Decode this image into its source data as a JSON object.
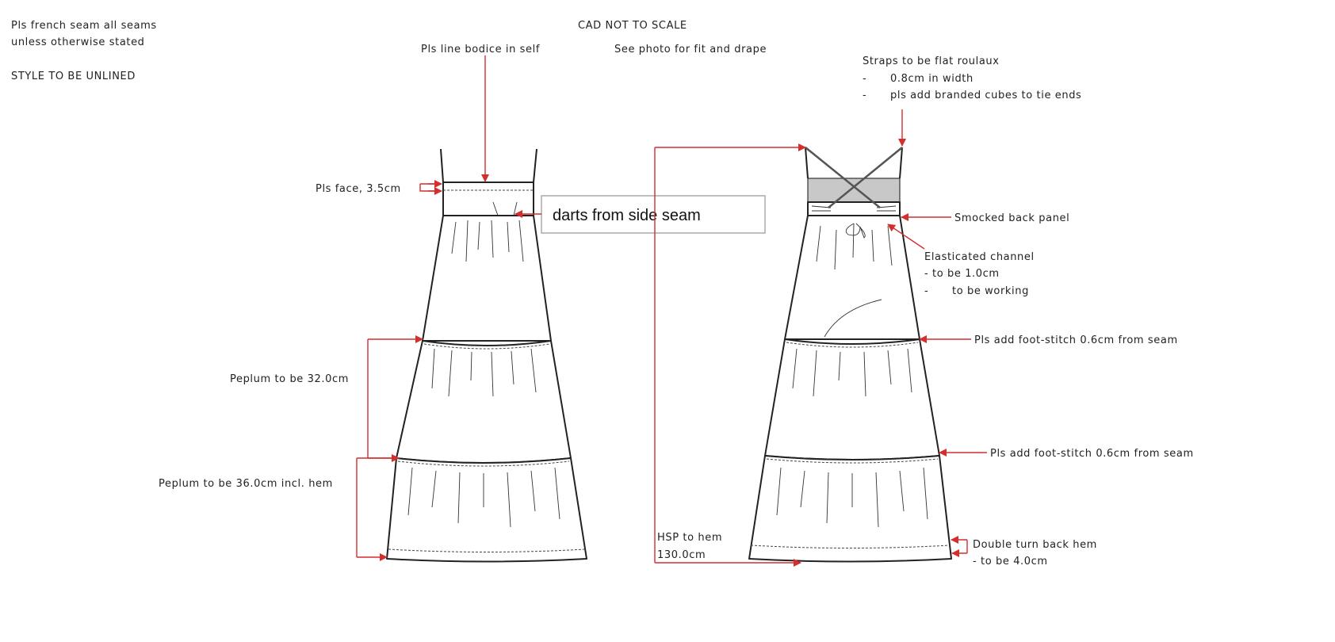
{
  "notes": {
    "general_1": "Pls french seam all seams",
    "general_2": "unless otherwise stated",
    "unlined": "STYLE TO BE UNLINED",
    "cad": "CAD NOT TO SCALE",
    "line_bodice": "Pls line bodice in self",
    "photo": "See photo for fit and drape",
    "face": "Pls face, 3.5cm",
    "darts": "darts from side seam",
    "peplum_1": "Peplum to be 32.0cm",
    "peplum_2": "Peplum to be 36.0cm incl. hem",
    "hsp_1": "HSP to hem",
    "hsp_2": "130.0cm",
    "straps_title": "Straps to be flat roulaux",
    "straps_dash": "-",
    "straps_1": "0.8cm in width",
    "straps_2": "pls add branded cubes to tie ends",
    "smocked": "Smocked back panel",
    "elastic_title": "Elasticated channel",
    "elastic_1": "- to be 1.0cm",
    "elastic_dash": "-",
    "elastic_2": "to be working",
    "foot_1": "Pls add foot-stitch 0.6cm from seam",
    "foot_2": "Pls add foot-stitch 0.6cm from seam",
    "hem_1": "Double turn back hem",
    "hem_2": "- to be 4.0cm"
  },
  "colors": {
    "annotation": "#d32f2f",
    "panel": "#c8c8c8"
  }
}
